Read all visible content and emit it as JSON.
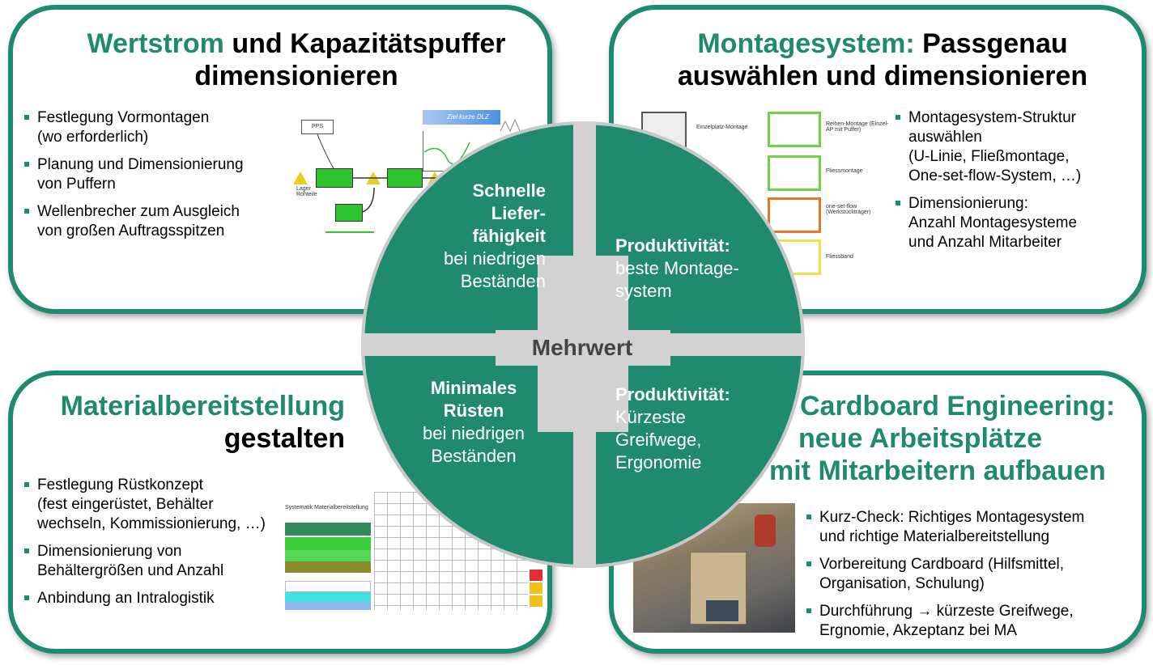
{
  "center": {
    "label": "Mehrwert"
  },
  "quadrants": {
    "top_left": {
      "bold_lines": [
        "Schnelle",
        "Liefer-",
        "fähigkeit"
      ],
      "normal_lines": [
        "bei niedrigen",
        "Beständen"
      ]
    },
    "top_right": {
      "bold_lines": [
        "Produktivität:"
      ],
      "normal_lines": [
        "beste Montage-",
        "system"
      ]
    },
    "bottom_left": {
      "bold_lines": [
        "Minimales",
        "Rüsten"
      ],
      "normal_lines": [
        "bei niedrigen",
        "Beständen"
      ]
    },
    "bottom_right": {
      "bold_lines": [
        "Produktivität:"
      ],
      "normal_lines": [
        "Kürzeste",
        "Greifwege,",
        "Ergonomie"
      ]
    }
  },
  "panels": {
    "wertstrom": {
      "title_green": "Wertstrom",
      "title_rest_1": "und Kapazitätspuffer",
      "title_line2": "dimensionieren",
      "bullets": [
        [
          "Festlegung Vormontagen",
          "(wo erforderlich)"
        ],
        [
          "Planung und Dimensionierung",
          "von Puffern"
        ],
        [
          "Wellenbrecher zum Ausgleich",
          "von großen Auftragsspitzen"
        ]
      ],
      "diagram": {
        "pps": "PPS",
        "lager": "Lager Rohteile",
        "ziel": "Ziel kurze DLZ"
      }
    },
    "montagesystem": {
      "title_green": "Montagesystem:",
      "title_rest_1": "Passgenau",
      "title_line2": "auswählen und dimensionieren",
      "bullets": [
        [
          "Montagesystem-Struktur",
          "auswählen",
          "(U-Linie, Fließmontage,",
          "One-set-flow-System, …)"
        ],
        [
          "Dimensionierung:",
          "Anzahl Montagesysteme",
          "und Anzahl Mitarbeiter"
        ]
      ],
      "systems": [
        "Einzelplatz-Montage",
        "Reihen-Montage (Einzel-AP mit Puffer)",
        "Fliessmontage",
        "one-set-flow (Werkstückträger)",
        "Fliessband"
      ]
    },
    "material": {
      "title_line1": "Materialbereitstellung",
      "title_line2": "gestalten",
      "bullets": [
        [
          "Festlegung Rüstkonzept",
          "(fest eingerüstet, Behälter",
          "wechseln, Kommissionierung, …)"
        ],
        [
          "Dimensionierung von",
          "Behältergrößen und Anzahl"
        ],
        [
          "Anbindung an Intralogistik"
        ]
      ],
      "table_caption": "Systematik Materialbereitstellung"
    },
    "cardboard": {
      "title_line1": "Cardboard Engineering:",
      "title_line2": "neue Arbeitsplätze",
      "title_line3": "mit Mitarbeitern aufbauen",
      "bullets": [
        [
          "Kurz-Check: Richtiges Montagesystem",
          "und richtige Materialbereitstellung"
        ],
        [
          "Vorbereitung Cardboard (Hilfsmittel,",
          "Organisation, Schulung)"
        ],
        [
          "Durchführung → kürzeste Greifwege,",
          "Ergnomie, Akzeptanz bei MA"
        ]
      ]
    }
  },
  "colors": {
    "brand_green": "#1f8a6e",
    "cross_gray": "#d2d2d2",
    "bullet_green": "#1f8a6e"
  }
}
